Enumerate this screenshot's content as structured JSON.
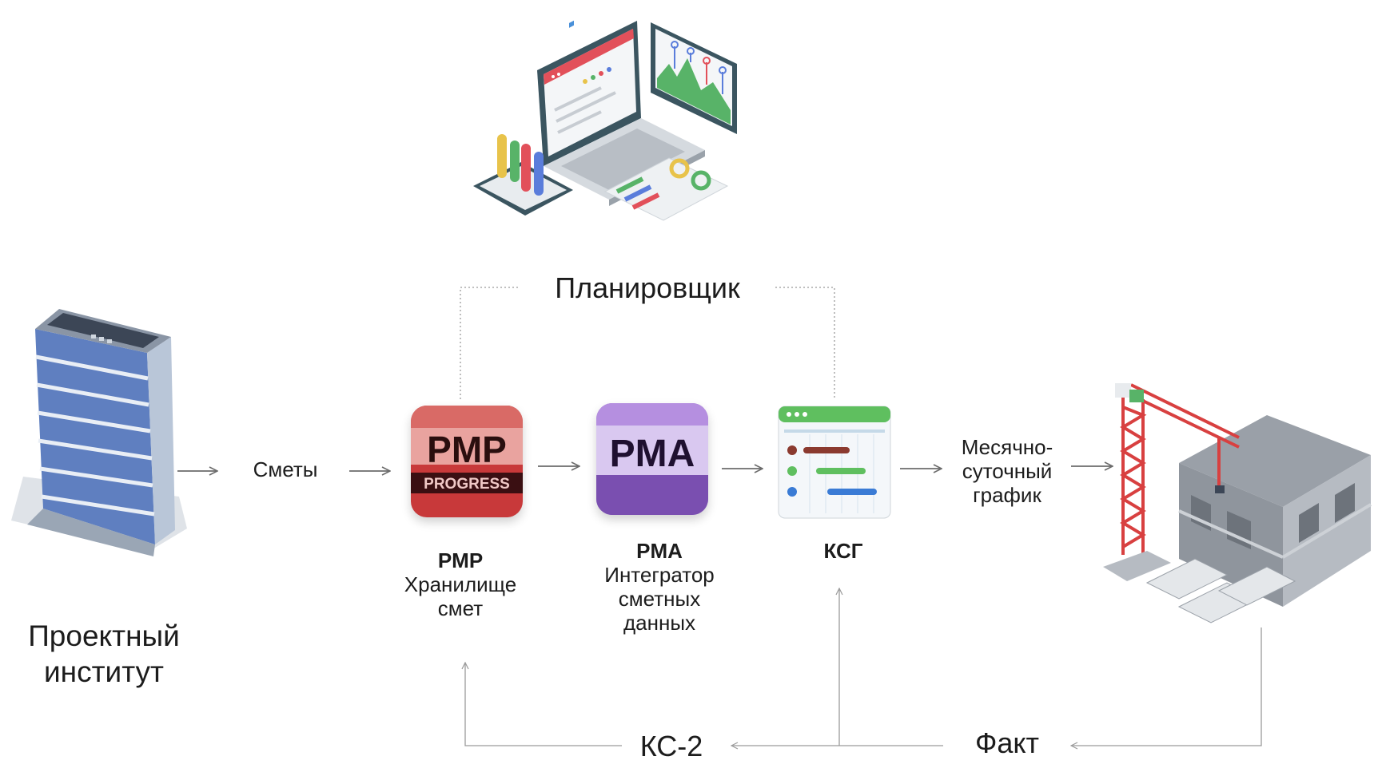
{
  "nodes": {
    "planner": {
      "label": "Планировщик"
    },
    "institute": {
      "line1": "Проектный",
      "line2": "институт"
    },
    "estimates": {
      "label": "Сметы"
    },
    "pmp": {
      "logo_main": "PMP",
      "logo_sub": "PROGRESS",
      "title": "PMP",
      "desc1": "Хранилище",
      "desc2": "смет"
    },
    "pma": {
      "logo_main": "PMA",
      "title": "PMA",
      "desc1": "Интегратор",
      "desc2": "сметных",
      "desc3": "данных"
    },
    "ksg": {
      "title": "КСГ"
    },
    "monthly": {
      "line1": "Месячно-",
      "line2": "суточный",
      "line3": "график"
    },
    "ks2": {
      "label": "КС-2"
    },
    "fact": {
      "label": "Факт"
    }
  },
  "colors": {
    "text": "#1c1c1c",
    "arrow": "#6b6b6b",
    "pmp_red": "#c8393a",
    "pma_purple": "#9466c9",
    "ksg_green": "#5fbf5f",
    "building_blue": "#5f7fc0",
    "crane_red": "#d84040"
  },
  "icons": [
    "analytics-devices-icon",
    "office-building-icon",
    "construction-site-icon",
    "ksg-gantt-icon"
  ]
}
